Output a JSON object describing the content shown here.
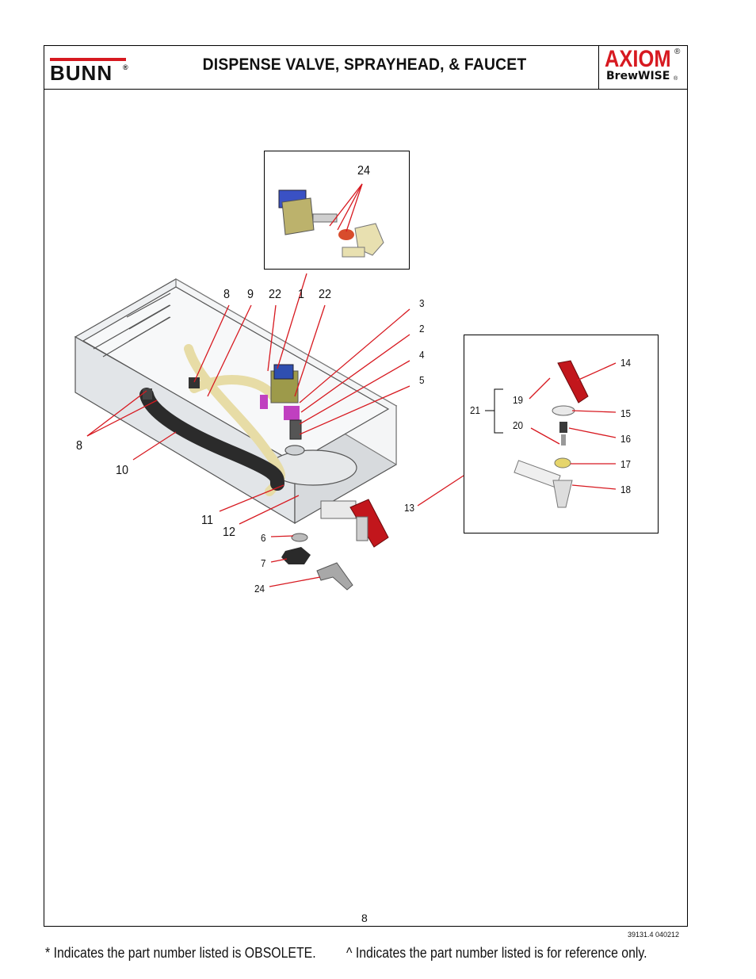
{
  "header": {
    "brand_left": "BUNN",
    "brand_left_reg": "®",
    "title": "DISPENSE VALVE, SPRAYHEAD, & FAUCET",
    "brand_right_top": "AXIOM",
    "brand_right_reg": "®",
    "brand_right_bottom": "BrewWISE",
    "brand_right_reg2": "®"
  },
  "diagram": {
    "valve_inset_label": "24",
    "main_labels": [
      "8",
      "9",
      "22",
      "1",
      "22",
      "3",
      "2",
      "4",
      "5",
      "8",
      "10",
      "11",
      "12",
      "13",
      "6",
      "7",
      "24"
    ],
    "faucet_labels": [
      "14",
      "19",
      "21",
      "15",
      "20",
      "16",
      "17",
      "18"
    ]
  },
  "footer": {
    "page_number": "8",
    "doc_code": "39131.4 040212",
    "note_obsolete": "* Indicates the part number listed is OBSOLETE.",
    "note_reference": "^ Indicates the part number listed is for reference only."
  }
}
